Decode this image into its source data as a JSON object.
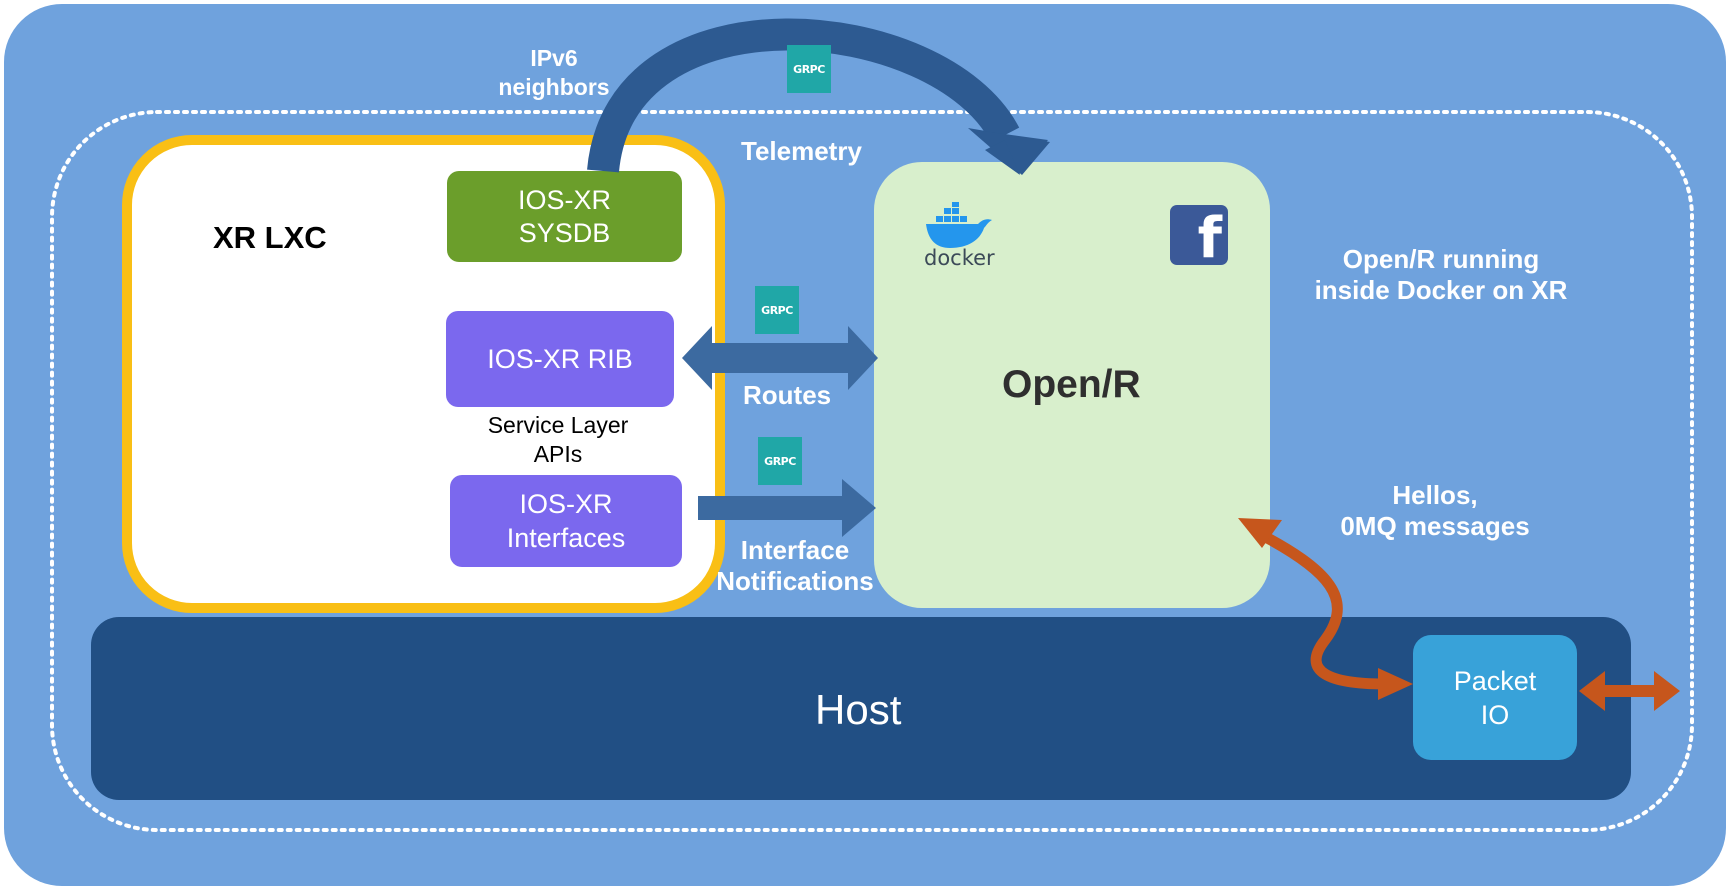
{
  "title_labels": {
    "ipv6_neighbors": [
      "IPv6",
      "neighbors"
    ],
    "telemetry": "Telemetry",
    "routes": "Routes",
    "interface_notifications": [
      "Interface",
      "Notifications"
    ],
    "service_layer_apis": [
      "Service Layer",
      "APIs"
    ],
    "openr_running": [
      "Open/R running",
      "inside Docker on XR"
    ],
    "hellos": [
      "Hellos,",
      "0MQ messages"
    ]
  },
  "xr_lxc": {
    "label": "XR LXC",
    "sysdb": [
      "IOS-XR",
      "SYSDB"
    ],
    "rib": "IOS-XR RIB",
    "interfaces": [
      "IOS-XR",
      "Interfaces"
    ]
  },
  "openr_box": {
    "label": "Open/R",
    "docker_label": "docker",
    "facebook_glyph": "f"
  },
  "host": {
    "label": "Host",
    "packet_io": [
      "Packet",
      "IO"
    ]
  },
  "grpc_badge": "GRPC",
  "colors": {
    "background": "#6fa2dd",
    "lxc_border": "#f9bf15",
    "sysdb": "#6b9e2b",
    "purple": "#7b68ee",
    "openr": "#d8efcc",
    "host": "#214f84",
    "packet_io": "#38a2d9",
    "arrow_blue": "#3c6aa0",
    "arrow_orange": "#c6561c",
    "grpc": "#20a7a7",
    "facebook": "#3b5998"
  }
}
